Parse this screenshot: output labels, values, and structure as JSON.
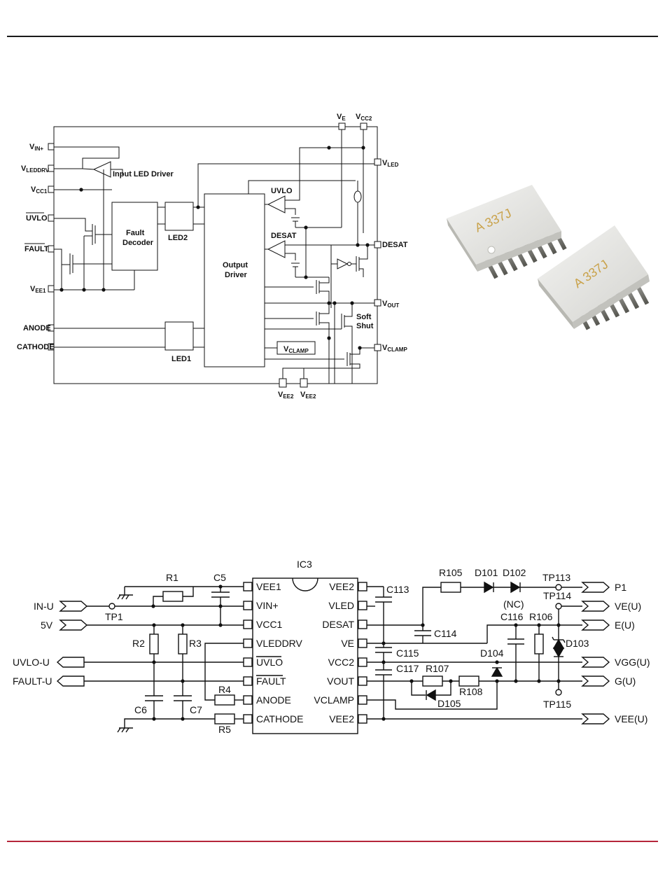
{
  "block_diagram": {
    "pins_left": [
      {
        "main": "V",
        "sub": "IN+"
      },
      {
        "main": "V",
        "sub": "LEDDRV"
      },
      {
        "main": "V",
        "sub": "CC1"
      },
      {
        "main": "UVLO",
        "sub": "",
        "overline": true
      },
      {
        "main": "FAULT",
        "sub": "",
        "overline": true
      },
      {
        "main": "V",
        "sub": "EE1"
      },
      {
        "main": "ANODE",
        "sub": ""
      },
      {
        "main": "CATHODE",
        "sub": ""
      }
    ],
    "pins_top": [
      {
        "main": "V",
        "sub": "E"
      },
      {
        "main": "V",
        "sub": "CC2"
      }
    ],
    "pins_right": [
      {
        "main": "V",
        "sub": "LED"
      },
      {
        "main": "DESAT",
        "sub": ""
      },
      {
        "main": "V",
        "sub": "OUT"
      },
      {
        "main": "V",
        "sub": "CLAMP"
      }
    ],
    "pins_bottom": [
      {
        "main": "V",
        "sub": "EE2"
      },
      {
        "main": "V",
        "sub": "EE2"
      }
    ],
    "blocks": {
      "input_led_driver": "Input LED Driver",
      "fault_decoder": [
        "Fault",
        "Decoder"
      ],
      "led2": "LED2",
      "led1": "LED1",
      "output_driver": [
        "Output",
        "Driver"
      ],
      "uvlo": "UVLO",
      "desat": "DESAT",
      "soft_shut": [
        "Soft",
        "Shut"
      ],
      "vclamp": {
        "main": "V",
        "sub": "CLAMP"
      }
    }
  },
  "chip_photo": {
    "marking": "A 337J"
  },
  "schematic": {
    "ic_name": "IC3",
    "ic_pins_left": [
      "VEE1",
      "VIN+",
      "VCC1",
      "VLEDDRV",
      "UVLO",
      "FAULT",
      "ANODE",
      "CATHODE"
    ],
    "ic_pins_right": [
      "VEE2",
      "VLED",
      "DESAT",
      "VE",
      "VCC2",
      "VOUT",
      "VCLAMP",
      "VEE2"
    ],
    "ports_in": [
      "IN-U",
      "5V"
    ],
    "ports_out_left": [
      "UVLO-U",
      "FAULT-U"
    ],
    "ports_right": [
      "P1",
      "VE(U)",
      "E(U)",
      "VGG(U)",
      "G(U)",
      "VEE(U)"
    ],
    "components": {
      "R1": "R1",
      "C5": "C5",
      "TP1": "TP1",
      "R2": "R2",
      "R3": "R3",
      "R4": "R4",
      "R5": "R5",
      "C6": "C6",
      "C7": "C7",
      "C113": "C113",
      "C114": "C114",
      "C115": "C115",
      "C117": "C117",
      "R105": "R105",
      "D101": "D101",
      "D102": "D102",
      "TP113": "TP113",
      "TP114": "TP114",
      "NC": "(NC)",
      "C116": "C116",
      "R106": "R106",
      "D103": "D103",
      "D104": "D104",
      "R107": "R107",
      "R108": "R108",
      "D105": "D105",
      "TP115": "TP115"
    }
  }
}
